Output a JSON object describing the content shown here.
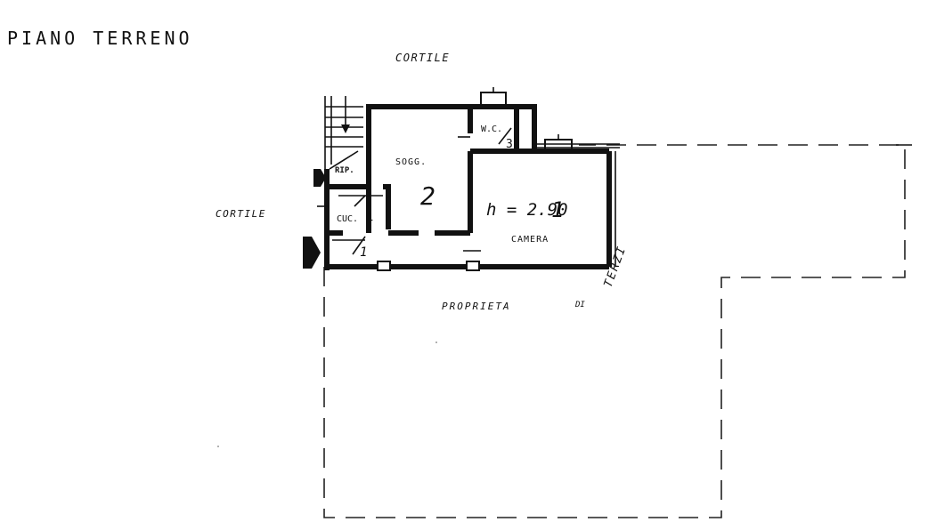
{
  "title": "PIANO TERRENO",
  "labels": {
    "cortile_top": "CORTILE",
    "cortile_left": "CORTILE",
    "sogg": "SOGG.",
    "wc": "W.C.",
    "rip": "RIP.",
    "cuc": "CUC.",
    "camera": "CAMERA",
    "height": "h = 2.90",
    "proprieta": "PROPRIETA",
    "di": "DI",
    "terzi": "TERZI"
  },
  "room_numbers": {
    "sogg": "2",
    "wc": "3",
    "cuc_frac": "1",
    "entry_frac": "1",
    "camera_num": "1"
  }
}
